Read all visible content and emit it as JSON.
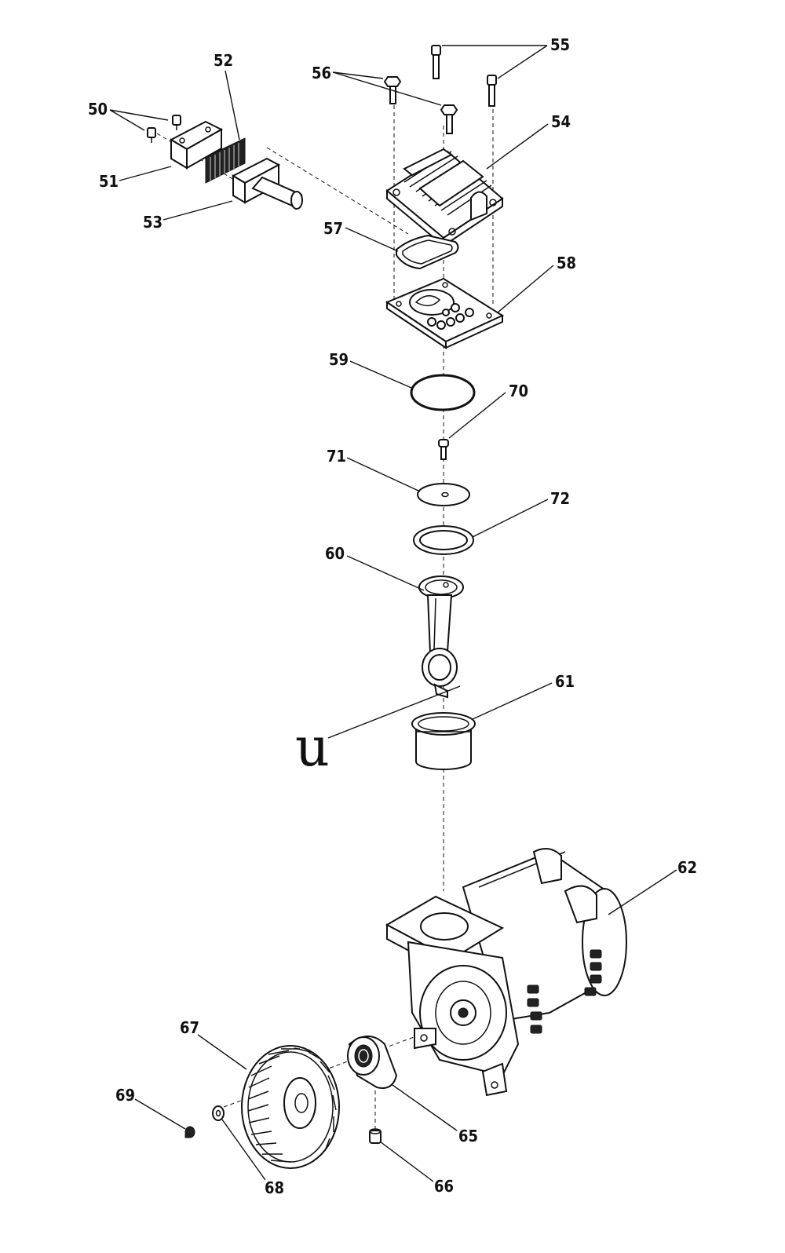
{
  "callouts": [
    {
      "id": "c50",
      "text": "50"
    },
    {
      "id": "c51",
      "text": "51"
    },
    {
      "id": "c52",
      "text": "52"
    },
    {
      "id": "c53",
      "text": "53"
    },
    {
      "id": "c54",
      "text": "54"
    },
    {
      "id": "c55",
      "text": "55"
    },
    {
      "id": "c56",
      "text": "56"
    },
    {
      "id": "c57",
      "text": "57"
    },
    {
      "id": "c58",
      "text": "58"
    },
    {
      "id": "c59",
      "text": "59"
    },
    {
      "id": "c60",
      "text": "60"
    },
    {
      "id": "c61",
      "text": "61"
    },
    {
      "id": "c62",
      "text": "62"
    },
    {
      "id": "c65",
      "text": "65"
    },
    {
      "id": "c66",
      "text": "66"
    },
    {
      "id": "c67",
      "text": "67"
    },
    {
      "id": "c68",
      "text": "68"
    },
    {
      "id": "c69",
      "text": "69"
    },
    {
      "id": "c70",
      "text": "70"
    },
    {
      "id": "c71",
      "text": "71"
    },
    {
      "id": "c72",
      "text": "72"
    }
  ],
  "stray_letter": "u"
}
